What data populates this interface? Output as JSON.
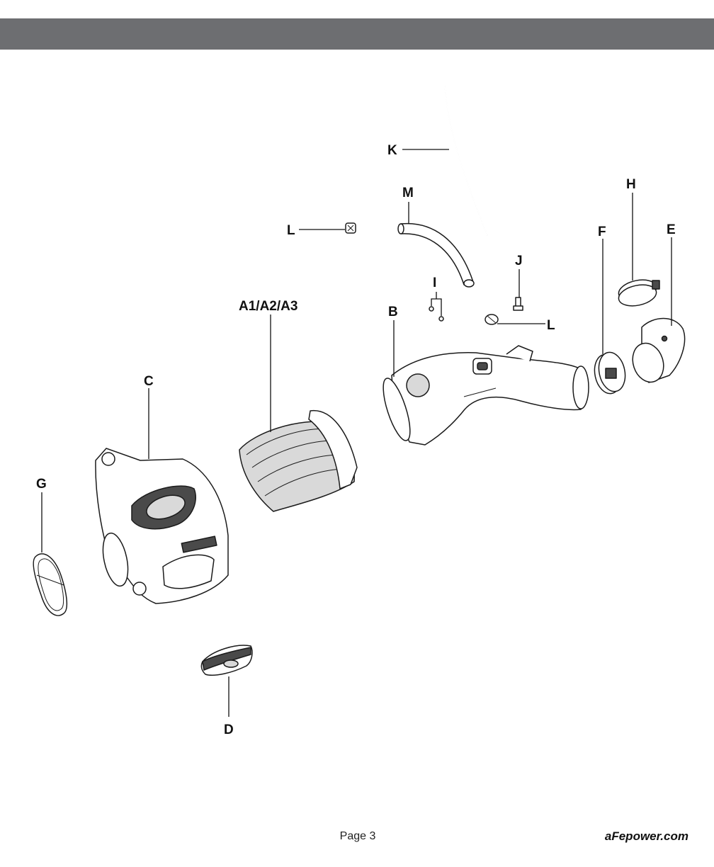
{
  "colors": {
    "header_bar": "#6d6e71",
    "ink": "#111111"
  },
  "labels": {
    "k": "K",
    "m": "M",
    "l_top": "L",
    "l_right": "L",
    "i": "I",
    "j": "J",
    "h": "H",
    "f": "F",
    "e": "E",
    "b": "B",
    "a": "A1/A2/A3",
    "c": "C",
    "g": "G",
    "d": "D"
  },
  "footer": {
    "page": "Page 3",
    "site": "aFepower.com"
  }
}
